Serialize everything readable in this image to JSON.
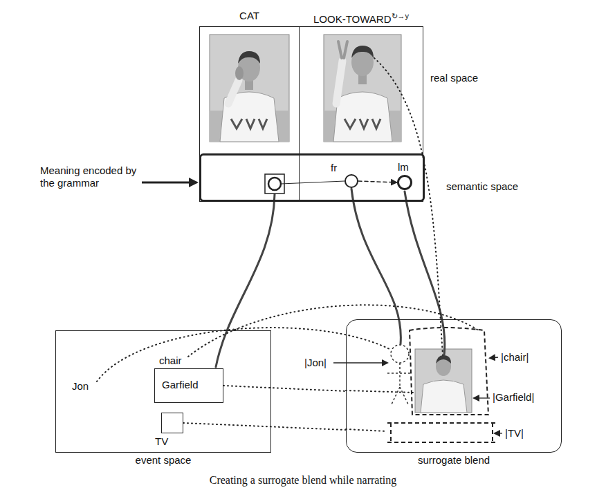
{
  "diagram": {
    "caption": "Creating a surrogate blend while narrating",
    "nodes": [
      {
        "text": [
          "CAT"
        ]
      },
      {
        "text": [
          "LOOK-TOWARD",
          "↻→y"
        ]
      },
      {
        "text": [
          "semantic space"
        ]
      },
      {
        "text": [
          "fr"
        ],
        "in": 2
      },
      {
        "text": [
          "lm"
        ],
        "in": 2
      },
      {
        "text": [
          "event space"
        ]
      },
      {
        "text": [
          "chair",
          "Garfield"
        ],
        "in": 5
      },
      {
        "text": [
          "TV"
        ],
        "in": 5
      },
      {
        "text": [
          "surrogate blend"
        ]
      }
    ],
    "edges": [
      {
        "from": 3,
        "to": 4,
        "arrow": "to"
      },
      {
        "from": 6,
        "to": 8,
        "arrow": "none"
      },
      {
        "from": 7,
        "to": 8,
        "arrow": "none"
      }
    ],
    "labels": [
      "real space",
      "Meaning encoded by the grammar",
      "Jon",
      "|Jon|",
      "|chair|",
      "|Garfield|",
      "|TV|"
    ]
  }
}
